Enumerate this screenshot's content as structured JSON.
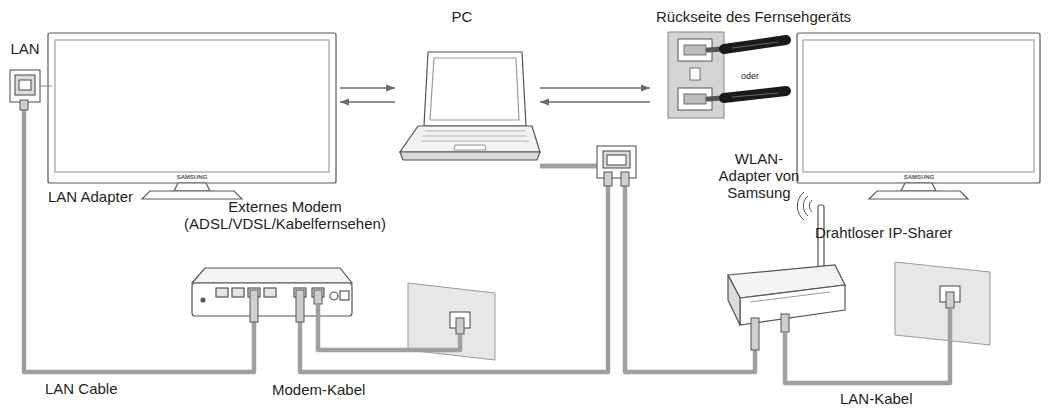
{
  "diagram": {
    "nodes": [
      {
        "text": [
          "LAN"
        ]
      },
      {
        "text": [
          "SAMSUNG"
        ]
      },
      {
        "text": [
          "PC"
        ]
      },
      {
        "text": [
          "Rückseite des Fernsehgeräts"
        ]
      },
      {
        "text": [
          "SAMSUNG"
        ]
      },
      {
        "text": [
          "Externes Modem (ADSL/VDSL/Kabelfernsehen)"
        ]
      },
      {
        "text": [
          "Drahtloser IP-Sharer"
        ]
      }
    ],
    "edges": [
      {
        "from": 1,
        "to": 2,
        "arrow": "to"
      },
      {
        "from": 2,
        "to": 1,
        "arrow": "to"
      },
      {
        "from": 2,
        "to": 3,
        "arrow": "to"
      },
      {
        "from": 3,
        "to": 2,
        "arrow": "to"
      },
      {
        "from": 0,
        "to": 5,
        "arrow": "none",
        "label": "LAN Cable"
      },
      {
        "from": 5,
        "to": 2,
        "arrow": "none"
      },
      {
        "from": 2,
        "to": 6,
        "arrow": "none"
      }
    ],
    "labels": [
      "oder",
      "WLAN-Adapter von Samsung",
      "LAN Adapter",
      "Modem-Kabel",
      "LAN-Kabel"
    ]
  }
}
